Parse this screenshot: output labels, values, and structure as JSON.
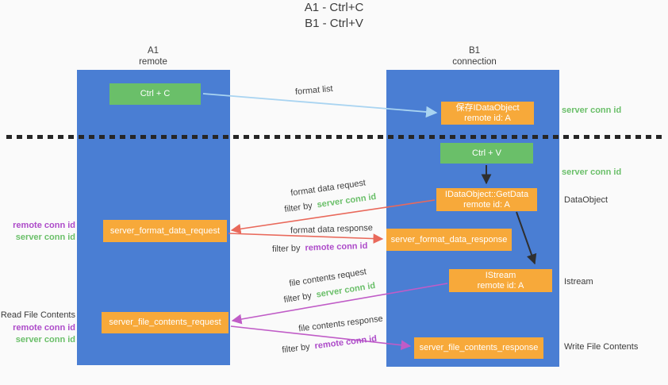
{
  "title": {
    "line1": "A1 - Ctrl+C",
    "line2": "B1 - Ctrl+V"
  },
  "lanes": {
    "left": {
      "name": "A1",
      "subtitle": "remote"
    },
    "right": {
      "name": "B1",
      "subtitle": "connection"
    }
  },
  "nodes": {
    "ctrl_c": {
      "label": "Ctrl + C"
    },
    "ctrl_v": {
      "label": "Ctrl + V"
    },
    "save_dataobject": {
      "line1": "保存IDataObject",
      "line2": "remote id: A"
    },
    "getdata": {
      "line1": "IDataObject::GetData",
      "line2": "remote id: A"
    },
    "istream": {
      "line1": "IStream",
      "line2": "remote id: A"
    },
    "server_format_data_request": {
      "label": "server_format_data_request"
    },
    "server_format_data_response": {
      "label": "server_format_data_response"
    },
    "server_file_contents_request": {
      "label": "server_file_contents_request"
    },
    "server_file_contents_response": {
      "label": "server_file_contents_response"
    }
  },
  "arrow_labels": {
    "format_list": "format list",
    "format_data_request": "format data request",
    "format_data_response": "format data response",
    "file_contents_request": "file contents request",
    "file_contents_response": "file contents response",
    "filter_by": "filter by"
  },
  "side_labels": {
    "server_conn_id": "server conn id",
    "remote_conn_id": "remote conn id",
    "dataobject": "DataObject",
    "istream": "Istream",
    "read_file_contents": "Read File Contents",
    "write_file_contents": "Write File Contents"
  },
  "colors": {
    "background": "#fafafa",
    "lane_blue": "#4a7ed3",
    "box_green": "#6abf69",
    "box_orange": "#f7a93a",
    "arrow_red": "#e9695b",
    "arrow_magenta": "#c05cc7",
    "arrow_blue": "#a9d4f1",
    "arrow_black": "#2f2f2f",
    "text_green": "#6abf69",
    "text_purple": "#ad4bc9",
    "text_dark": "#3a3a3a"
  }
}
